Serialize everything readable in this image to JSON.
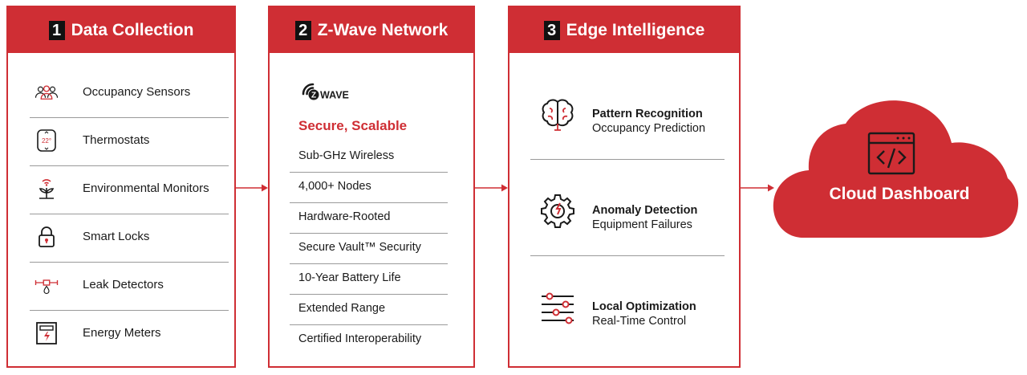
{
  "colors": {
    "accent": "#cf2e34",
    "badge": "#111111",
    "divider": "#9a9a9a"
  },
  "panels": [
    {
      "number": "1",
      "title": "Data Collection"
    },
    {
      "number": "2",
      "title": "Z-Wave Network"
    },
    {
      "number": "3",
      "title": "Edge Intelligence"
    }
  ],
  "data_collection": {
    "items": [
      {
        "label": "Occupancy Sensors",
        "icon": "people-icon"
      },
      {
        "label": "Thermostats",
        "icon": "thermostat-icon"
      },
      {
        "label": "Environmental Monitors",
        "icon": "plant-monitor-icon"
      },
      {
        "label": "Smart Locks",
        "icon": "lock-icon"
      },
      {
        "label": "Leak Detectors",
        "icon": "pipe-leak-icon"
      },
      {
        "label": "Energy Meters",
        "icon": "energy-meter-icon"
      }
    ],
    "thermostat_reading": "22°"
  },
  "zwave": {
    "logo_text": "WAVE",
    "logo_letter": "Z",
    "subtitle": "Secure, Scalable",
    "features": [
      "Sub-GHz Wireless",
      "4,000+ Nodes",
      "Hardware-Rooted",
      "Secure Vault™ Security",
      "10-Year Battery Life",
      "Extended Range",
      "Certified Interoperability"
    ]
  },
  "edge": {
    "blocks": [
      {
        "title": "Pattern Recognition",
        "subtitle": "Occupancy Prediction",
        "icon": "brain-icon"
      },
      {
        "title": "Anomaly Detection",
        "subtitle": "Equipment Failures",
        "icon": "gear-icon"
      },
      {
        "title": "Local Optimization",
        "subtitle": "Real-Time Control",
        "icon": "sliders-icon"
      }
    ]
  },
  "cloud": {
    "label": "Cloud Dashboard",
    "icon": "code-window-icon"
  }
}
